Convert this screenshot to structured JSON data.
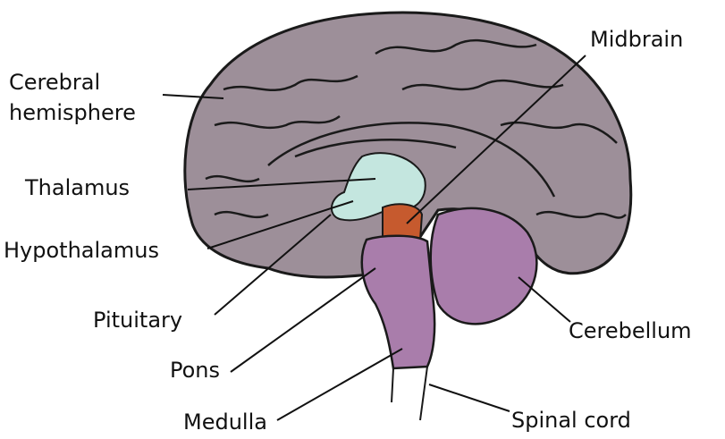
{
  "labels": {
    "cerebral": "Cerebral",
    "hemisphere": "hemisphere",
    "thalamus": "Thalamus",
    "hypothalamus": "Hypothalamus",
    "pituitary": "Pituitary",
    "pons": "Pons",
    "medulla": "Medulla",
    "midbrain": "Midbrain",
    "cerebellum": "Cerebellum",
    "spinal_cord": "Spinal cord"
  },
  "colors": {
    "cerebrum": "#9d8f99",
    "thalamus": "#c4e6df",
    "midbrain": "#c65a2e",
    "brainstem": "#a97dab",
    "outline": "#1a1a1a"
  }
}
